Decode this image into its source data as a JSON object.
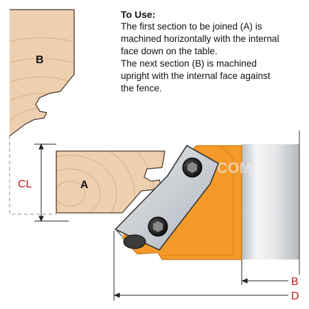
{
  "instructions": {
    "title": "To Use:",
    "lines": [
      "The first section to be joined (A) is",
      "machined horizontally with the internal",
      "face down on the table.",
      "The next section (B) is machined",
      "upright with the internal face against",
      "the fence."
    ]
  },
  "labels": {
    "piece_b": "B",
    "piece_a": "A",
    "centerline": "CL",
    "dim_b": "B",
    "dim_d": "D"
  },
  "colors": {
    "wood": "#eecfb0",
    "wood_grain": "#dcb48c",
    "cutter_orange": "#f39a2a",
    "cutter_orange_dark": "#d97a12",
    "insert_gray": "#c9cfd6",
    "dimension_red": "#c0181c",
    "line_dark": "#222222"
  },
  "icons": {
    "screw_top": "hex-socket-screw-icon",
    "screw_bottom": "hex-socket-screw-icon",
    "watermark": "csl-tools-watermark"
  }
}
